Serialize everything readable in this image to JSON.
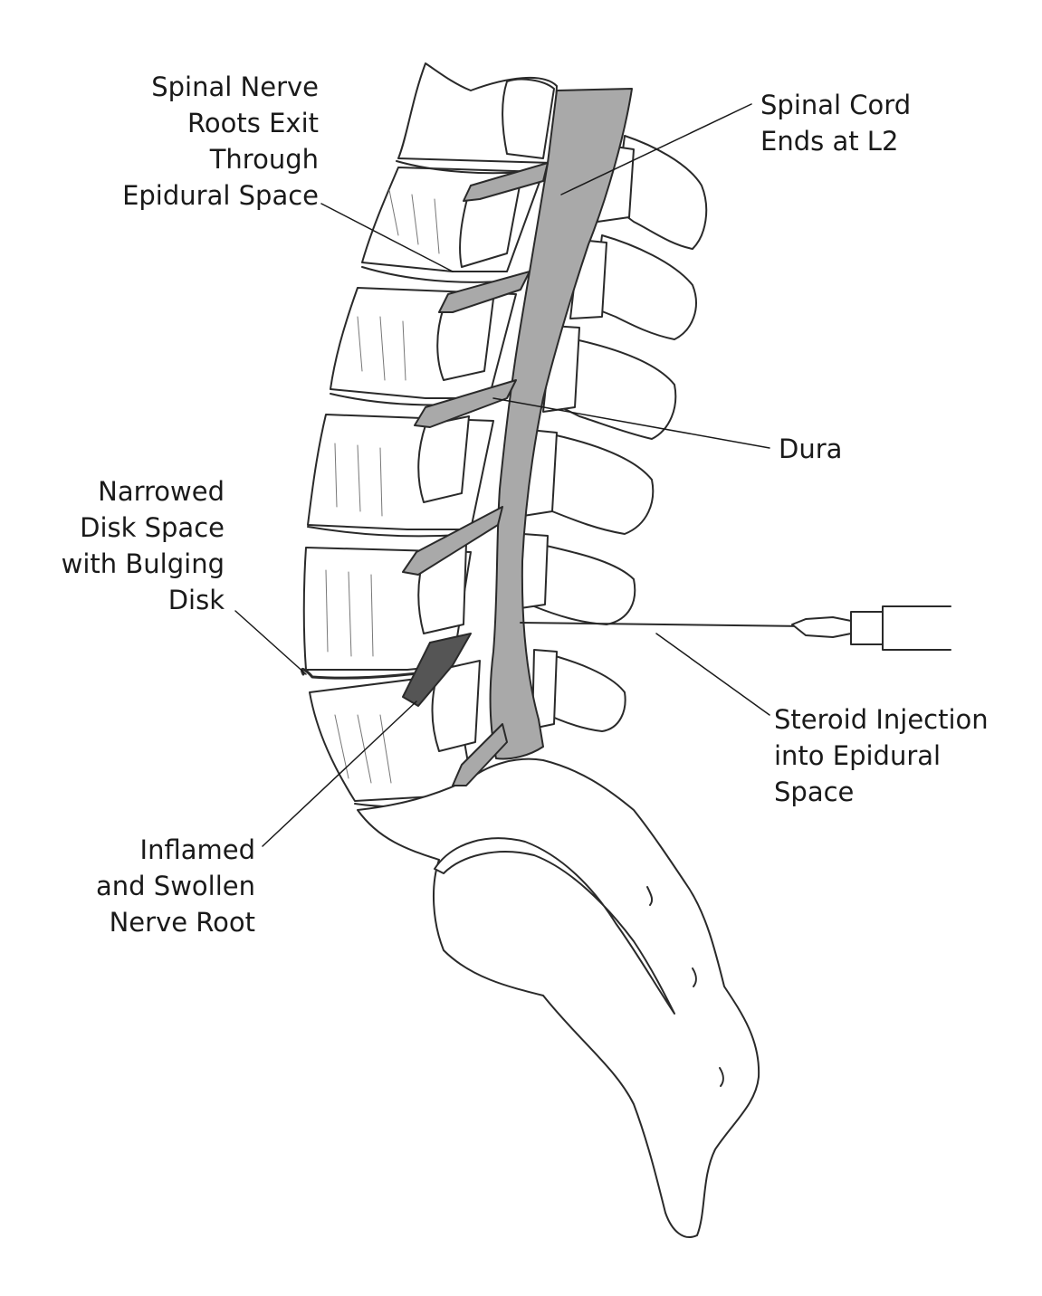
{
  "labels": {
    "nerve_roots": [
      "Spinal Nerve",
      "Roots Exit",
      "Through",
      "Epidural Space"
    ],
    "spinal_cord": [
      "Spinal Cord",
      "Ends at L2"
    ],
    "dura": [
      "Dura"
    ],
    "narrowed_disk": [
      "Narrowed",
      "Disk Space",
      "with Bulging",
      "Disk"
    ],
    "steroid_injection": [
      "Steroid Injection",
      "into Epidural",
      "Space"
    ],
    "inflamed_root": [
      "Inflamed",
      "and Swollen",
      "Nerve Root"
    ]
  },
  "colors": {
    "outline": "#2a2a2a",
    "dura_fill": "#a9a9a9",
    "inflamed_root": "#555555",
    "bone_fill": "#ffffff",
    "text": "#1a1a1a"
  }
}
